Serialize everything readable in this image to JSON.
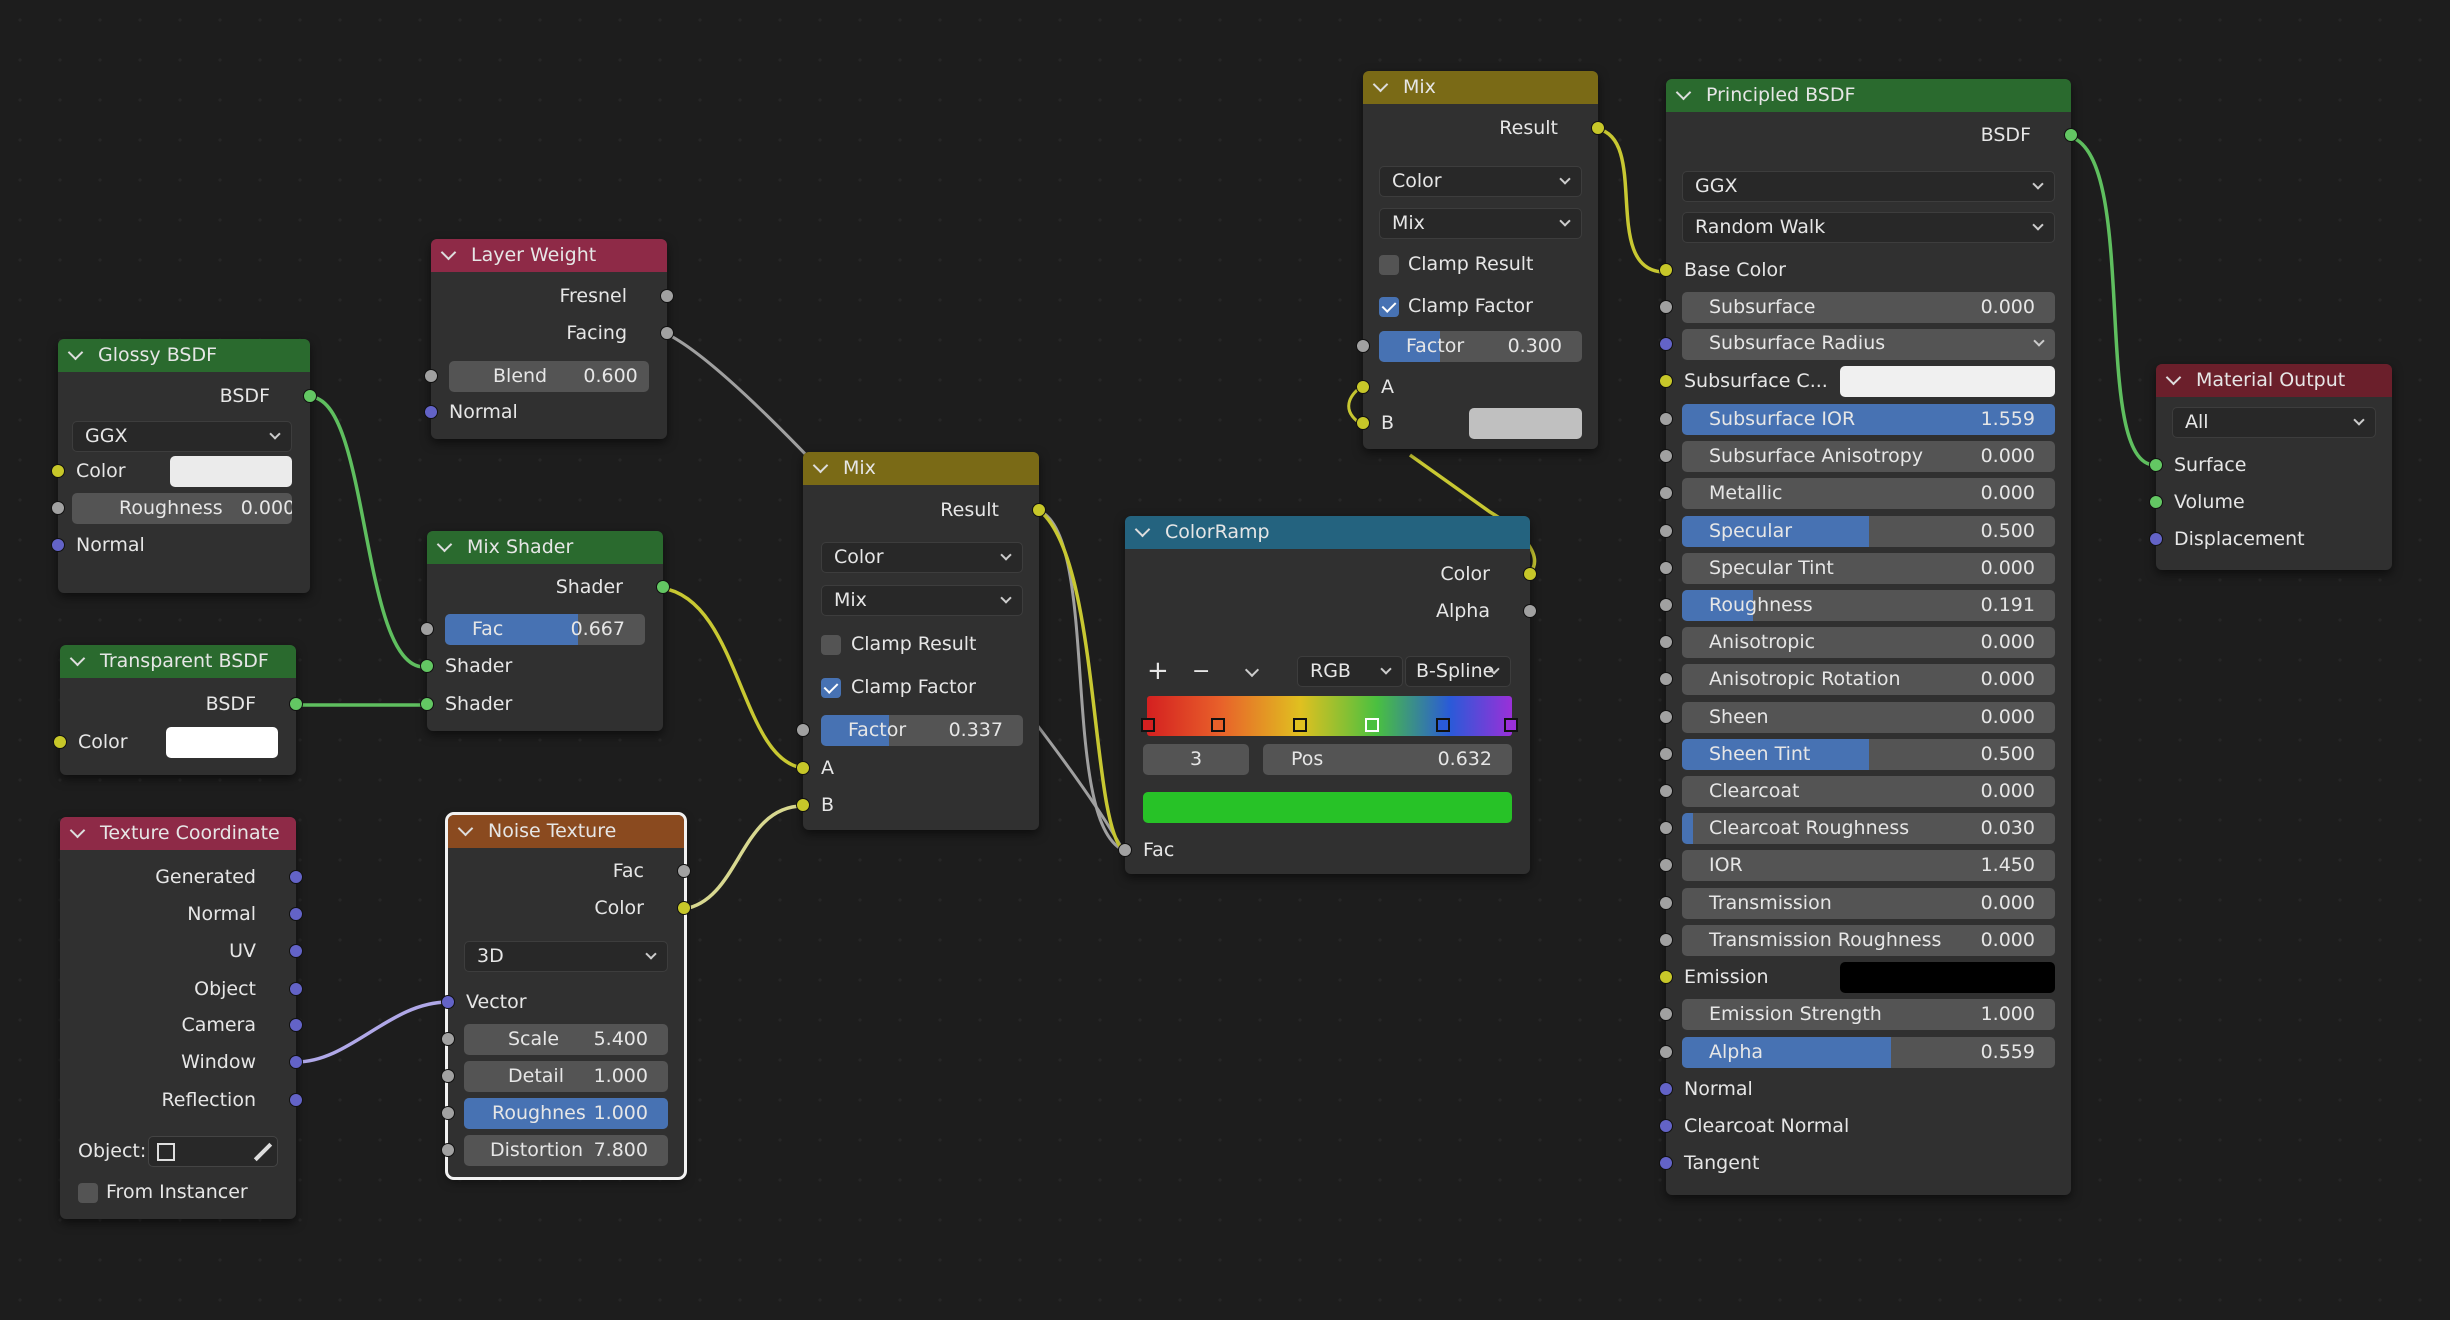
{
  "glossy": {
    "title": "Glossy BSDF",
    "out": "BSDF",
    "dist": "GGX",
    "color_label": "Color",
    "rough_label": "Roughness",
    "rough_val": "0.000",
    "normal": "Normal"
  },
  "transparent": {
    "title": "Transparent BSDF",
    "out": "BSDF",
    "color_label": "Color"
  },
  "texcoord": {
    "title": "Texture Coordinate",
    "outs": [
      "Generated",
      "Normal",
      "UV",
      "Object",
      "Camera",
      "Window",
      "Reflection"
    ],
    "object_label": "Object:",
    "from_instancer": "From Instancer"
  },
  "layerweight": {
    "title": "Layer Weight",
    "fresnel": "Fresnel",
    "facing": "Facing",
    "blend_label": "Blend",
    "blend_val": "0.600",
    "normal": "Normal"
  },
  "mixshader": {
    "title": "Mix Shader",
    "out": "Shader",
    "fac_label": "Fac",
    "fac_val": "0.667",
    "fac": 0.667,
    "in1": "Shader",
    "in2": "Shader"
  },
  "noise": {
    "title": "Noise Texture",
    "fac": "Fac",
    "color": "Color",
    "dim": "3D",
    "vector": "Vector",
    "scale_label": "Scale",
    "scale_val": "5.400",
    "detail_label": "Detail",
    "detail_val": "1.000",
    "rough_label": "Roughnes",
    "rough_val": "1.000",
    "rough": 1.0,
    "dist_label": "Distortion",
    "dist_val": "7.800"
  },
  "mix1": {
    "title": "Mix",
    "result": "Result",
    "type": "Color",
    "blend": "Mix",
    "clamp_result": "Clamp Result",
    "clamp_factor": "Clamp Factor",
    "factor_label": "Factor",
    "factor_val": "0.337",
    "factor": 0.337,
    "a": "A",
    "b": "B"
  },
  "colorramp": {
    "title": "ColorRamp",
    "color": "Color",
    "alpha": "Alpha",
    "plus": "+",
    "minus": "−",
    "mode": "RGB",
    "interp": "B-Spline",
    "index": "3",
    "pos_label": "Pos",
    "pos_val": "0.632",
    "fac": "Fac",
    "active_color": "#27c227"
  },
  "mix2": {
    "title": "Mix",
    "result": "Result",
    "type": "Color",
    "blend": "Mix",
    "clamp_result": "Clamp Result",
    "clamp_factor": "Clamp Factor",
    "factor_label": "Factor",
    "factor_val": "0.300",
    "factor": 0.3,
    "a": "A",
    "b": "B"
  },
  "principled": {
    "title": "Principled BSDF",
    "out": "BSDF",
    "dist": "GGX",
    "sss": "Random Walk",
    "base_color": "Base Color",
    "subsurface": "Subsurface",
    "subsurface_val": "0.000",
    "sss_radius": "Subsurface Radius",
    "sss_color": "Subsurface C...",
    "ior_label": "Subsurface IOR",
    "ior_val": "1.559",
    "aniso_sss": "Subsurface Anisotropy",
    "aniso_sss_val": "0.000",
    "metallic": "Metallic",
    "metallic_val": "0.000",
    "specular": "Specular",
    "specular_val": "0.500",
    "spec_tint": "Specular Tint",
    "spec_tint_val": "0.000",
    "roughness": "Roughness",
    "roughness_val": "0.191",
    "anisotropic": "Anisotropic",
    "anisotropic_val": "0.000",
    "aniso_rot": "Anisotropic Rotation",
    "aniso_rot_val": "0.000",
    "sheen": "Sheen",
    "sheen_val": "0.000",
    "sheen_tint": "Sheen Tint",
    "sheen_tint_val": "0.500",
    "clearcoat": "Clearcoat",
    "clearcoat_val": "0.000",
    "cc_rough": "Clearcoat Roughness",
    "cc_rough_val": "0.030",
    "ior": "IOR",
    "ior2_val": "1.450",
    "transmission": "Transmission",
    "transmission_val": "0.000",
    "trans_rough": "Transmission Roughness",
    "trans_rough_val": "0.000",
    "emission": "Emission",
    "em_strength": "Emission Strength",
    "em_strength_val": "1.000",
    "alpha": "Alpha",
    "alpha_val": "0.559",
    "normal": "Normal",
    "cc_normal": "Clearcoat Normal",
    "tangent": "Tangent"
  },
  "output": {
    "title": "Material Output",
    "target": "All",
    "surface": "Surface",
    "volume": "Volume",
    "displacement": "Displacement"
  },
  "colors": {
    "wire_green": "#5fbf5f",
    "wire_yellow": "#c8c832",
    "wire_grey": "#a0a0a0",
    "wire_purple": "#b0a8e8"
  }
}
